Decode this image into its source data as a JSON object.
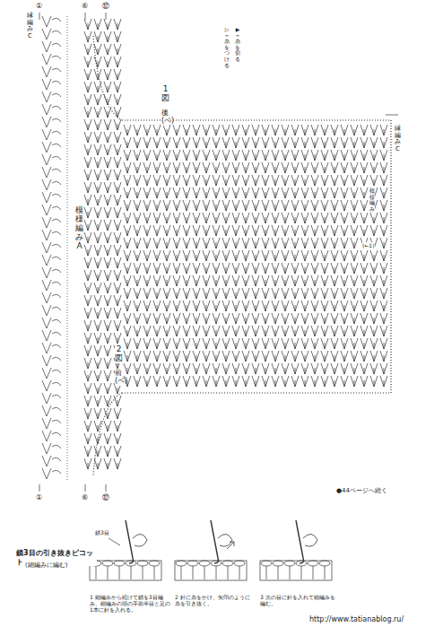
{
  "diagram": {
    "labels": [
      "縁編みC",
      "①",
      "⑥",
      "⑫",
      "①",
      "⑥",
      "⑫",
      "1図",
      "後(ベ)",
      "模様編みA",
      "2図",
      "前(ベ)",
      "▷＝糸をつける",
      "▶＝糸を切る",
      "縁編みC",
      "模様編み",
      "(←1)",
      "●44ページへ続く",
      "鎖3目の引き抜きピコット",
      "(細編みに編む)",
      "鎖3目",
      "1 細編みから続けて鎖を3目編み、細編みの頭の手前半目と足の1本に針を入れる。",
      "2 針に糸をかけ、矢印のように糸を引き抜く。",
      "3 次の目に針を入れて細編みを編む。",
      "http://www.tatianablog.ru/"
    ]
  }
}
